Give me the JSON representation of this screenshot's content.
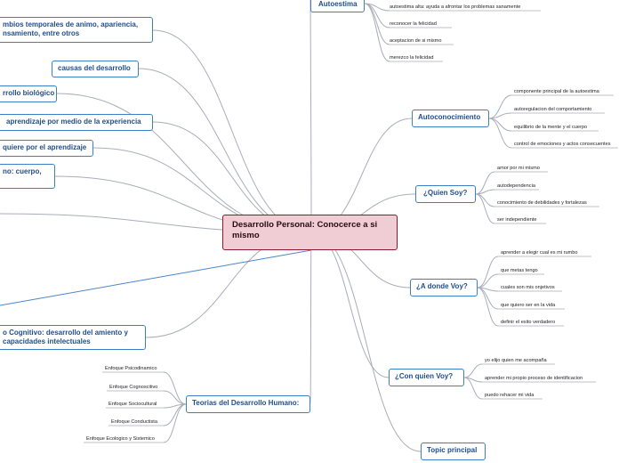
{
  "central": "Desarrollo Personal: Conocerce a si mismo",
  "left_nodes": [
    {
      "id": "cambios",
      "text": "mbios temporales de animo, apariencia, nsamiento, entre otros"
    },
    {
      "id": "causas",
      "text": "causas del desarrollo"
    },
    {
      "id": "biologico",
      "text": "rrollo biológico"
    },
    {
      "id": "aprendizaje",
      "text": "aprendizaje por medio de la experiencia"
    },
    {
      "id": "quiere",
      "text": "quiere por el aprendizaje"
    },
    {
      "id": "cuerpo",
      "text": "no: cuerpo,"
    },
    {
      "id": "cognitivo",
      "text": "o Cognitivo: desarrollo del amiento y capacidades intelectuales"
    }
  ],
  "right_nodes": [
    {
      "id": "autoestima",
      "text": "Autoestima",
      "leaves": [
        "autoestima alta: ayuda a afrontar los problemas sanamente",
        "reconocer la felicidad",
        "aceptacion de si mismo",
        "merezco la felicidad"
      ]
    },
    {
      "id": "autoconocimiento",
      "text": "Autoconocimiento",
      "leaves": [
        "componente principal de la autoestima",
        "autoregulacion del comportamiento",
        "equilibrio de la mente y el cuerpo",
        "control de emociones y actos consecuentes"
      ]
    },
    {
      "id": "quien_soy",
      "text": "¿Quien Soy?",
      "leaves": [
        "amor por mi mismo",
        "autodependencia",
        "conocimiento de debilidades y fortalezas",
        "ser independiente"
      ]
    },
    {
      "id": "a_donde",
      "text": "¿A donde Voy?",
      "leaves": [
        "aprender a elegir cual es mi rumbo",
        "que metas tengo",
        "cuales son mis onjetivos",
        "que quiero ser en la vida",
        "definir el exito verdadero"
      ]
    },
    {
      "id": "con_quien",
      "text": "¿Con quien Voy?",
      "leaves": [
        "yo elijo quien me acompaña",
        "aprender mi propio proceso de identificacion",
        "puedo rehacer mi vida"
      ]
    },
    {
      "id": "topic",
      "text": "Topic principal",
      "leaves": []
    }
  ],
  "teorias": {
    "text": "Teorias del Desarrollo Humano:",
    "leaves": [
      "Enfoque Psicodinamico",
      "Enfoque Cognoscitivo",
      "Enfoque Sociocultural",
      "Enfoque Conductista",
      "Enfoque Ecologico y Sistemico"
    ]
  }
}
